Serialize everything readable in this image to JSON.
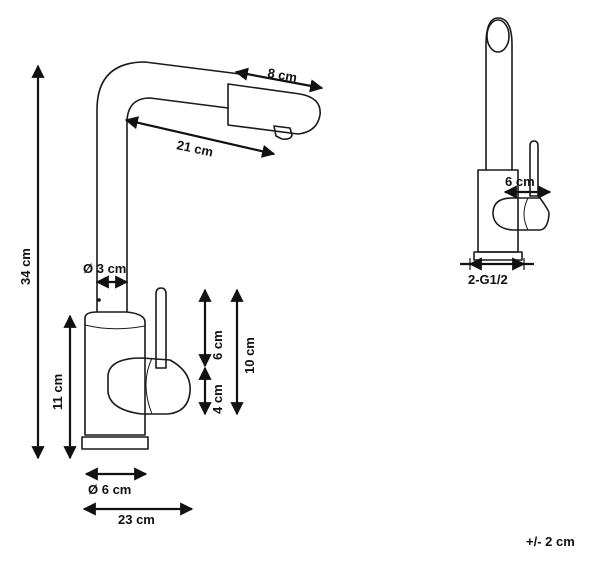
{
  "labels": {
    "head_length": "8 cm",
    "spout_reach": "21 cm",
    "height_total": "34 cm",
    "tube_diameter": "Ø 3 cm",
    "height_body": "11 cm",
    "lever_upper": "6 cm",
    "lever_lower": "4 cm",
    "lever_height": "10 cm",
    "base_diameter": "Ø 6 cm",
    "total_depth": "23 cm",
    "front_lever": "6 cm",
    "thread": "2-G1/2",
    "tolerance": "+/- 2 cm"
  }
}
